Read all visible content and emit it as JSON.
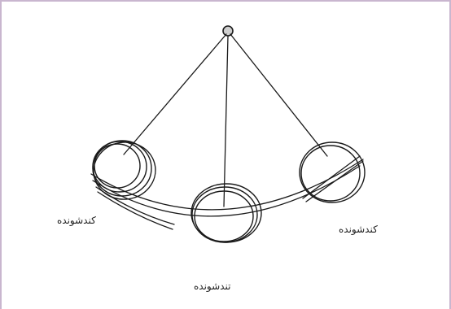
{
  "labels": {
    "left": "کندشونده",
    "right": "کندشونده",
    "bottom": "تندشونده"
  }
}
